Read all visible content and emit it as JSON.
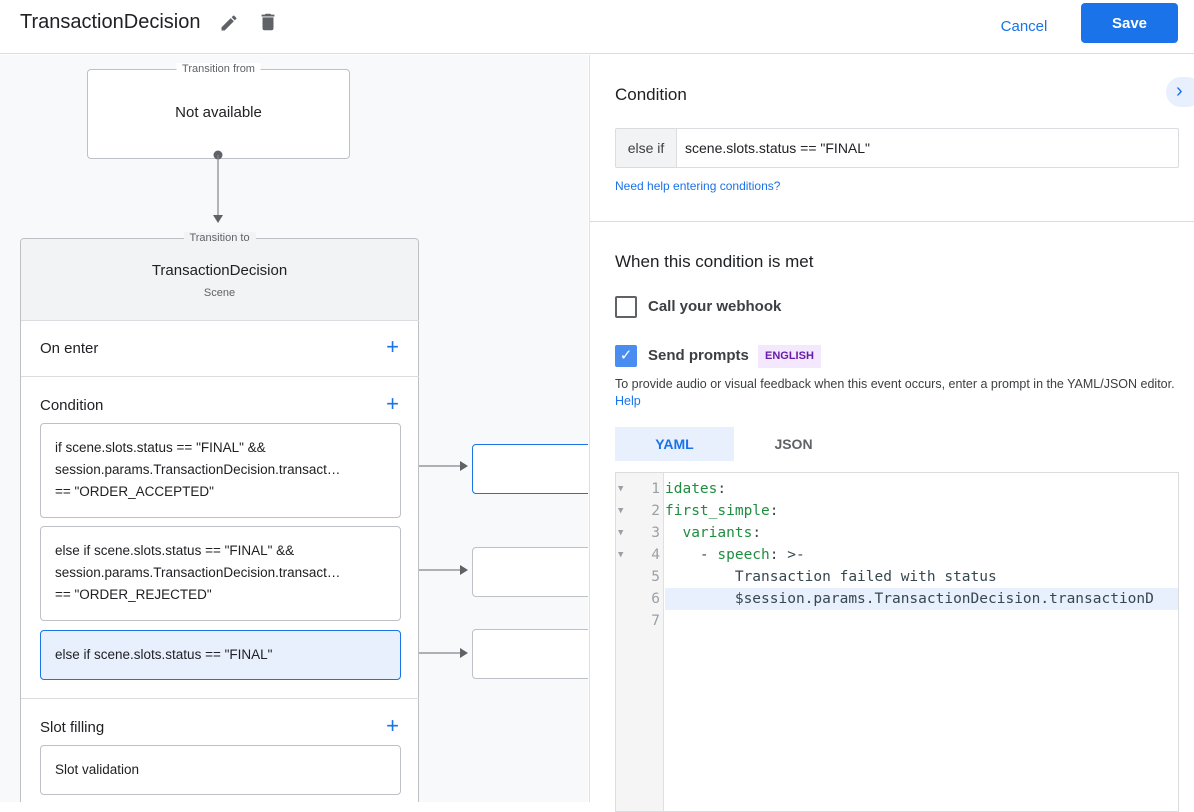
{
  "header": {
    "title": "TransactionDecision",
    "edit_icon": "pencil-icon",
    "delete_icon": "trash-icon",
    "cancel_label": "Cancel",
    "save_label": "Save"
  },
  "colors": {
    "accent": "#1a73e8",
    "badge_bg": "#f3e8fd",
    "badge_text": "#681da8",
    "code_key": "#1e8e3e"
  },
  "canvas": {
    "transition_from": {
      "legend": "Transition from",
      "value": "Not available"
    },
    "transition_to": {
      "legend": "Transition to",
      "scene_name": "TransactionDecision",
      "scene_type": "Scene"
    },
    "on_enter": "On enter",
    "condition": "Condition",
    "conditions": [
      {
        "line1": "if scene.slots.status == \"FINAL\" &&",
        "line2": "session.params.TransactionDecision.transact…",
        "line3": "== \"ORDER_ACCEPTED\""
      },
      {
        "line1": "else if scene.slots.status == \"FINAL\" &&",
        "line2": "session.params.TransactionDecision.transact…",
        "line3": "== \"ORDER_REJECTED\""
      },
      {
        "line1": "else if scene.slots.status == \"FINAL\""
      }
    ],
    "slot_filling": "Slot filling",
    "slot_validation": "Slot validation"
  },
  "panel": {
    "condition_title": "Condition",
    "condition_prefix": "else if",
    "condition_value": "scene.slots.status == \"FINAL\"",
    "help_link": "Need help entering conditions?",
    "met_title": "When this condition is met",
    "webhook_label": "Call your webhook",
    "webhook_checked": false,
    "prompts_label": "Send prompts",
    "prompts_checked": true,
    "language_badge": "ENGLISH",
    "description": "To provide audio or visual feedback when this event occurs, enter a prompt in the YAML/JSON editor.",
    "help": "Help",
    "tabs": [
      {
        "label": "YAML",
        "active": true
      },
      {
        "label": "JSON",
        "active": false
      }
    ],
    "code_lines": [
      {
        "n": "1",
        "key": "idates",
        "rest": ":"
      },
      {
        "n": "2",
        "key": "first_simple",
        "rest": ":"
      },
      {
        "n": "3",
        "indent": "  ",
        "key": "variants",
        "rest": ":"
      },
      {
        "n": "4",
        "indent": "    - ",
        "key": "speech",
        "rest": ": >-"
      },
      {
        "n": "5",
        "text": "        Transaction failed with status"
      },
      {
        "n": "6",
        "text": "        $session.params.TransactionDecision.transactionD"
      },
      {
        "n": "7",
        "text": ""
      }
    ]
  }
}
